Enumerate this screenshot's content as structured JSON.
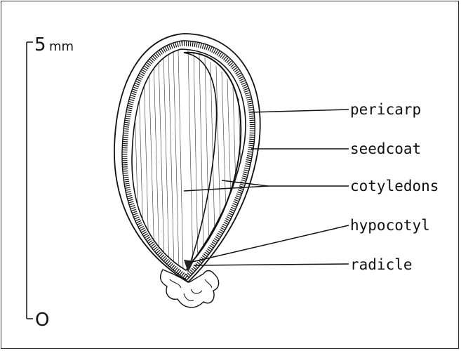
{
  "scale": {
    "top_value": "5",
    "unit": "mm",
    "bottom_value": "O"
  },
  "labels": {
    "pericarp": "pericarp",
    "seedcoat": "seedcoat",
    "cotyledons": "cotyledons",
    "hypocotyl": "hypocotyl",
    "radicle": "radicle"
  }
}
